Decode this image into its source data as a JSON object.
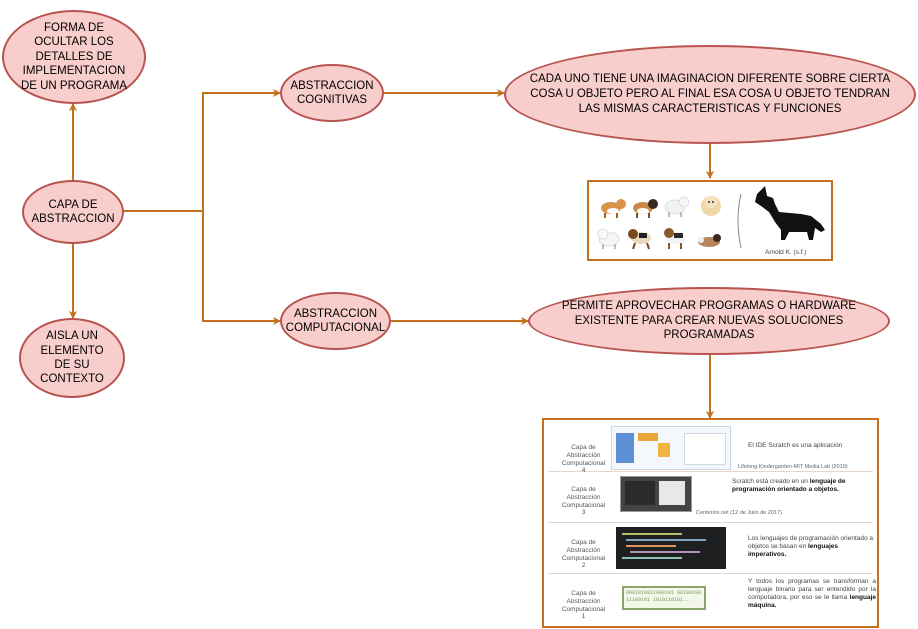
{
  "nodes": {
    "capa": "CAPA DE ABSTRACCION",
    "forma": "FORMA DE OCULTAR LOS DETALLES DE IMPLEMENTACION DE UN PROGRAMA",
    "aisla": "AISLA UN ELEMENTO DE SU CONTEXTO",
    "cognitivas": "ABSTRACCION COGNITIVAS",
    "computacional": "ABSTRACCION COMPUTACIONAL",
    "imaginacion": "CADA UNO TIENE UNA IMAGINACION DIFERENTE SOBRE CIERTA COSA U OBJETO PERO AL FINAL  ESA COSA U OBJETO TENDRAN LAS MISMAS CARACTERISTICAS Y FUNCIONES",
    "aprovechar": "PERMITE APROVECHAR PROGRAMAS O HARDWARE EXISTENTE PARA CREAR NUEVAS SOLUCIONES PROGRAMADAS"
  },
  "dog_image": {
    "caption": "Arnold K. (s.f.)"
  },
  "layers_image": {
    "rows": [
      {
        "label": "Capa de Abstracción Computacional",
        "num": "4",
        "text": "El IDE Scratch es una aplicación",
        "cite": "Lifelong Kindergarden-MIT Media Lab (2019)"
      },
      {
        "label": "Capa de Abstracción Computacional",
        "num": "3",
        "text_pre": "Scratch está creado en un",
        "text_bold": "lenguaje de programación orientado a objetos.",
        "cite": "Centerios.net (12 de Julio de 2017)"
      },
      {
        "label": "Capa de Abstracción Computacional",
        "num": "2",
        "text_pre": "Los lenguajes de programación orientado a objetos se basan en",
        "text_bold": "lenguajes imperativos."
      },
      {
        "label": "Capa de Abstracción Computacional",
        "num": "1",
        "text_pre": "Y todos los programas se transforman a lenguaje binario para ser entendido por la computadora, por eso se le llama",
        "text_bold": "lenguaje máquina.",
        "binary": "0001010011000101 0010010011100101 1010110101..."
      }
    ]
  },
  "colors": {
    "node_fill": "#f8cecc",
    "node_stroke": "#b85450",
    "connector": "#c6701e"
  }
}
